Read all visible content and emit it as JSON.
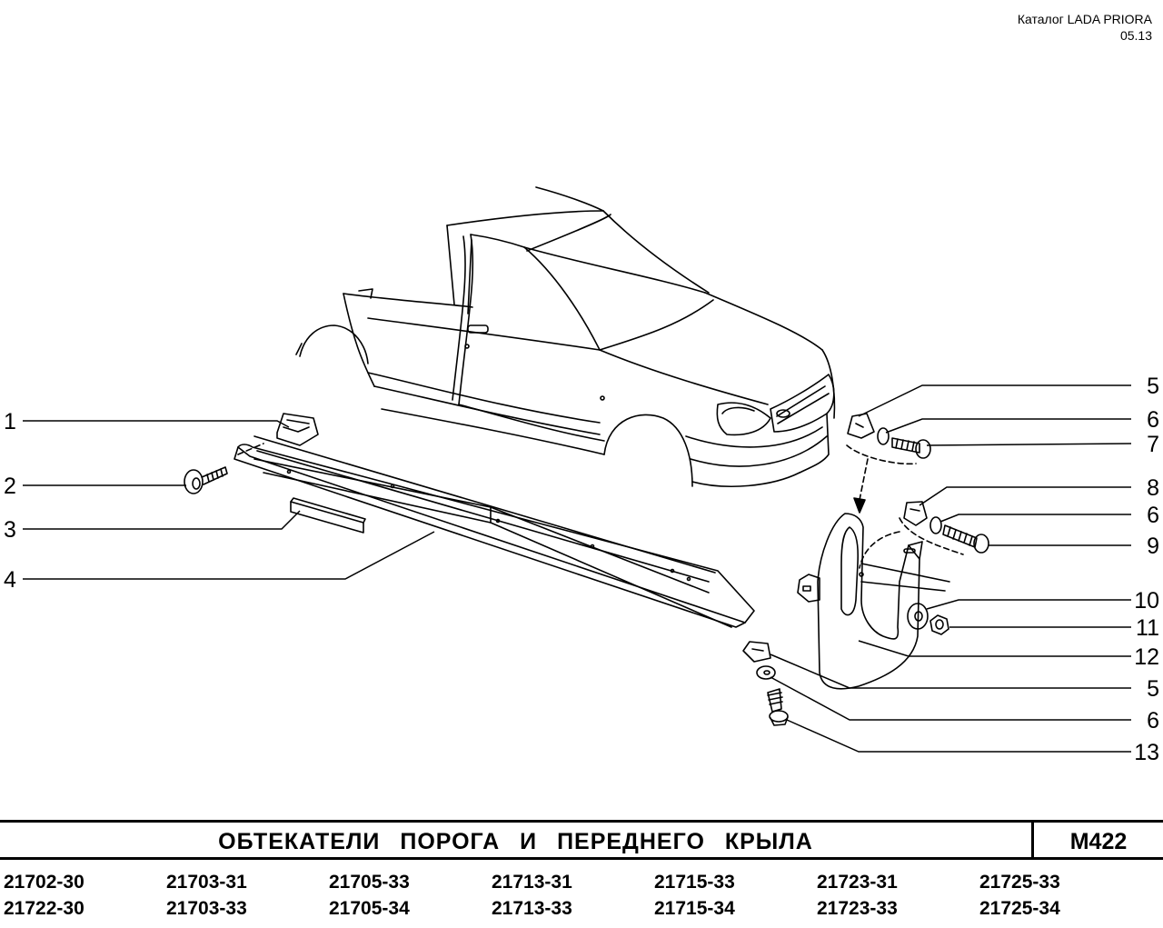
{
  "header": {
    "catalog": "Каталог  LADA  PRIORA",
    "date": "05.13"
  },
  "callouts": [
    "1",
    "2",
    "3",
    "4",
    "5",
    "6",
    "7",
    "8",
    "6",
    "9",
    "10",
    "11",
    "12",
    "5",
    "6",
    "13"
  ],
  "title_bar": {
    "title": "ОБТЕКАТЕЛИ ПОРОГА И ПЕРЕДНЕГО КРЫЛА",
    "code": "M422"
  },
  "models": {
    "row1": [
      "21702-30",
      "21703-31",
      "21705-33",
      "21713-31",
      "21715-33",
      "21723-31",
      "21725-33"
    ],
    "row2": [
      "21722-30",
      "21703-33",
      "21705-34",
      "21713-33",
      "21715-34",
      "21723-33",
      "21725-34"
    ]
  }
}
